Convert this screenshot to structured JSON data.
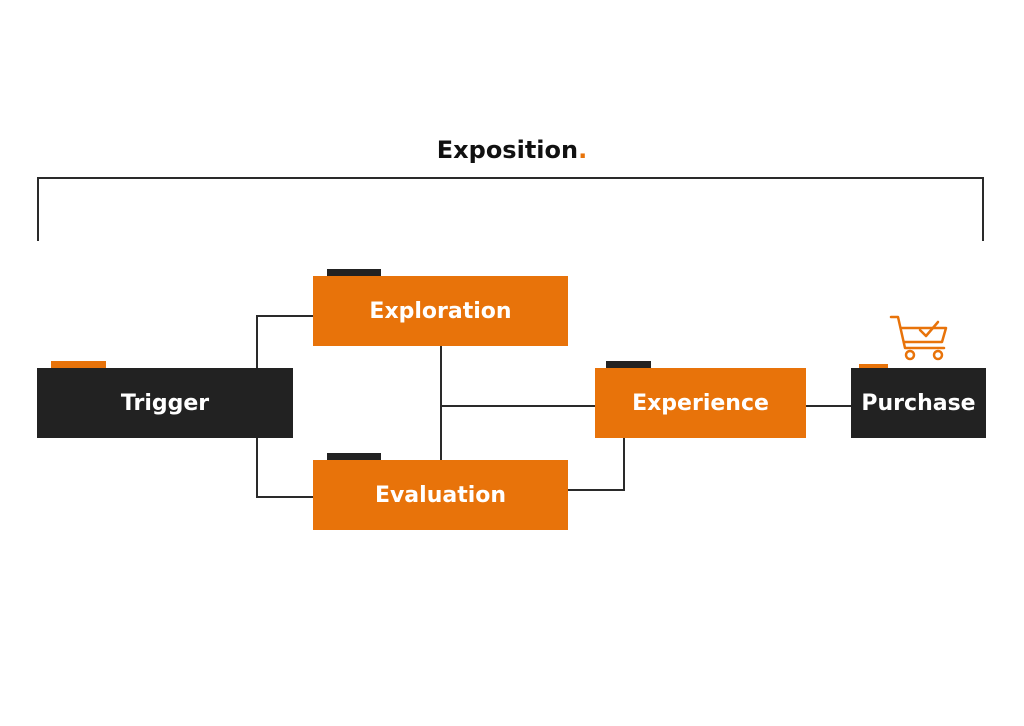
{
  "title": {
    "text": "Exposition",
    "dot": "."
  },
  "nodes": {
    "trigger": "Trigger",
    "exploration": "Exploration",
    "evaluation": "Evaluation",
    "experience": "Experience",
    "purchase": "Purchase"
  },
  "icons": {
    "purchase_icon": "shopping-cart-check-icon"
  },
  "colors": {
    "accent": "#e8730a",
    "dark": "#222222",
    "line": "#2a2a2a",
    "background": "#ffffff"
  }
}
